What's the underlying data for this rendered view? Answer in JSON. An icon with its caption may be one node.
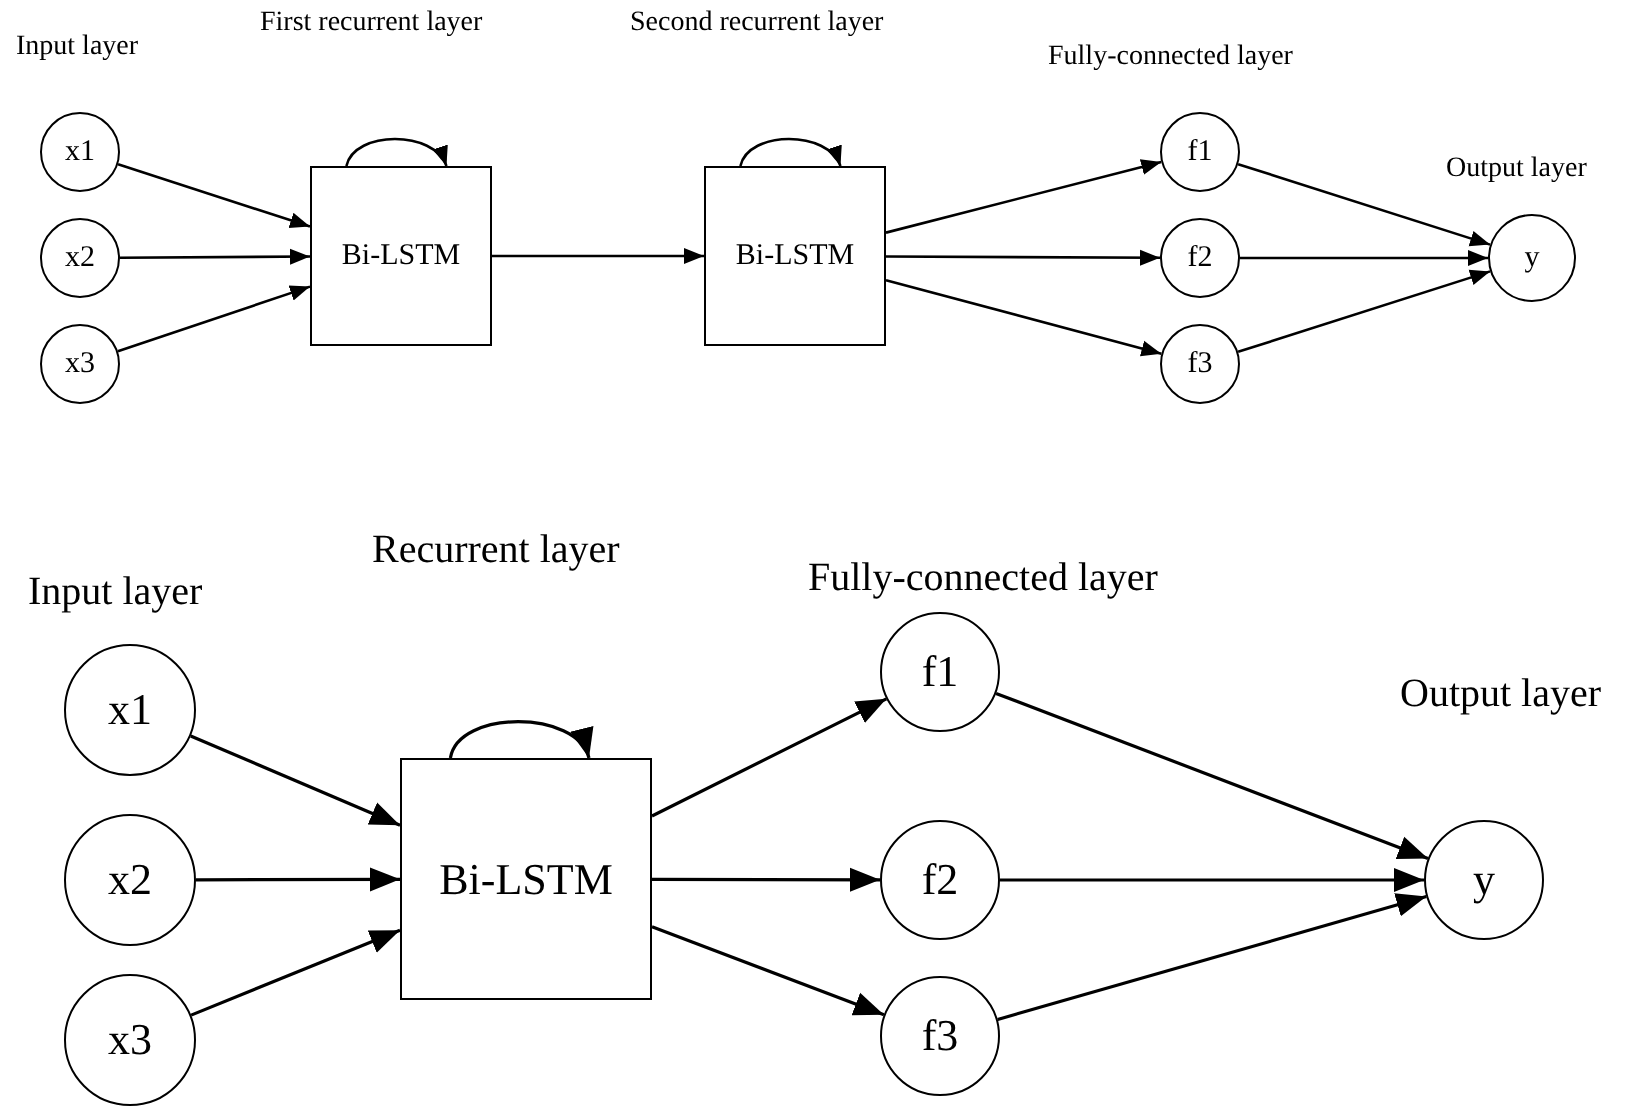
{
  "diagram": {
    "nodes": [
      {
        "text": [
          "x1"
        ]
      },
      {
        "text": [
          "x2"
        ]
      },
      {
        "text": [
          "x3"
        ]
      },
      {
        "text": [
          "Bi-LSTM"
        ]
      },
      {
        "text": [
          "Bi-LSTM"
        ]
      },
      {
        "text": [
          "f1"
        ]
      },
      {
        "text": [
          "f2"
        ]
      },
      {
        "text": [
          "f3"
        ]
      },
      {
        "text": [
          "y"
        ]
      },
      {
        "text": [
          "x1"
        ]
      },
      {
        "text": [
          "x2"
        ]
      },
      {
        "text": [
          "x3"
        ]
      },
      {
        "text": [
          "Bi-LSTM"
        ]
      },
      {
        "text": [
          "f1"
        ]
      },
      {
        "text": [
          "f2"
        ]
      },
      {
        "text": [
          "f3"
        ]
      },
      {
        "text": [
          "y"
        ]
      }
    ],
    "edges": [
      {
        "from": 0,
        "to": 3,
        "arrow": "to"
      },
      {
        "from": 1,
        "to": 3,
        "arrow": "to"
      },
      {
        "from": 2,
        "to": 3,
        "arrow": "to"
      },
      {
        "from": 3,
        "to": 3,
        "arrow": "to"
      },
      {
        "from": 3,
        "to": 4,
        "arrow": "to"
      },
      {
        "from": 4,
        "to": 4,
        "arrow": "to"
      },
      {
        "from": 4,
        "to": 5,
        "arrow": "to"
      },
      {
        "from": 4,
        "to": 6,
        "arrow": "to"
      },
      {
        "from": 4,
        "to": 7,
        "arrow": "to"
      },
      {
        "from": 5,
        "to": 8,
        "arrow": "to"
      },
      {
        "from": 6,
        "to": 8,
        "arrow": "to"
      },
      {
        "from": 7,
        "to": 8,
        "arrow": "to"
      },
      {
        "from": 9,
        "to": 12,
        "arrow": "to"
      },
      {
        "from": 10,
        "to": 12,
        "arrow": "to"
      },
      {
        "from": 11,
        "to": 12,
        "arrow": "to"
      },
      {
        "from": 12,
        "to": 12,
        "arrow": "to"
      },
      {
        "from": 12,
        "to": 13,
        "arrow": "to"
      },
      {
        "from": 12,
        "to": 14,
        "arrow": "to"
      },
      {
        "from": 12,
        "to": 15,
        "arrow": "to"
      },
      {
        "from": 13,
        "to": 16,
        "arrow": "to"
      },
      {
        "from": 14,
        "to": 16,
        "arrow": "to"
      },
      {
        "from": 15,
        "to": 16,
        "arrow": "to"
      }
    ],
    "labels": [
      "First recurrent layer",
      "Second recurrent layer",
      "Input layer",
      "Fully-connected layer",
      "Output layer",
      "Recurrent layer",
      "Input layer",
      "Fully-connected layer",
      "Output layer"
    ]
  }
}
